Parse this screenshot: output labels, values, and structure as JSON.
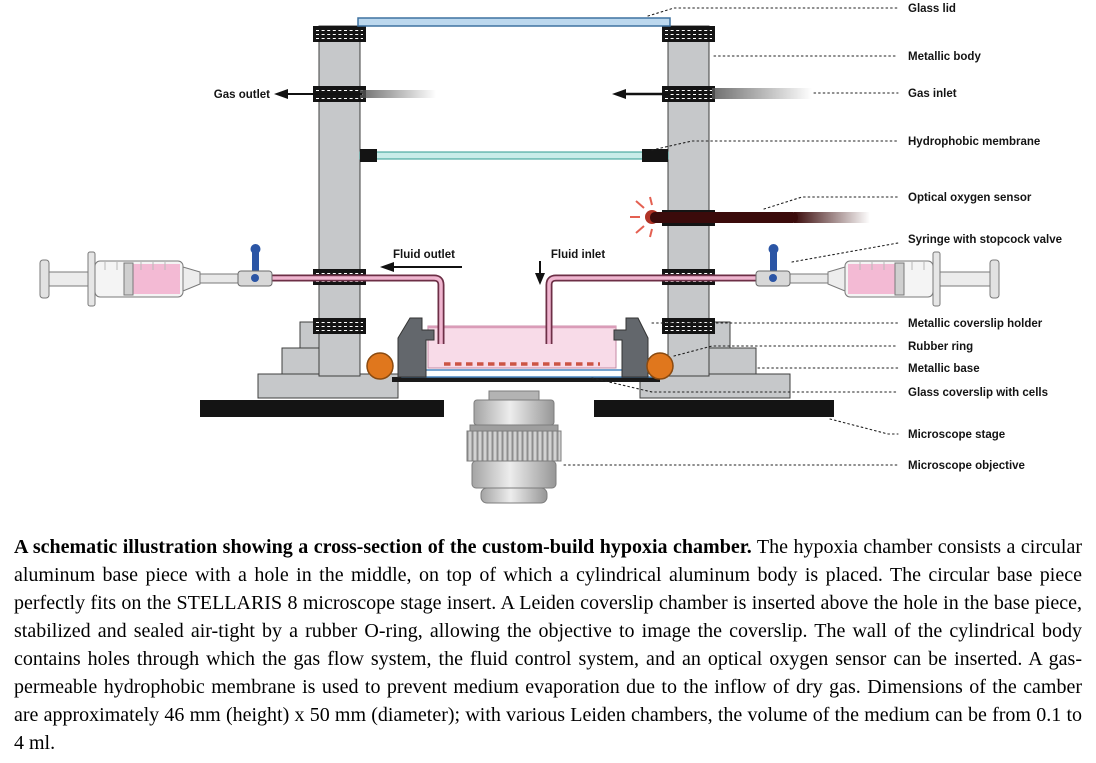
{
  "figure": {
    "right_labels": [
      "Glass lid",
      "Metallic body",
      "Gas inlet",
      "Hydrophobic membrane",
      "Optical oxygen sensor",
      "Syringe with stopcock valve",
      "Metallic coverslip holder",
      "Rubber ring",
      "Metallic base",
      "Glass coverslip with cells",
      "Microscope stage",
      "Microscope objective"
    ],
    "inline_labels": {
      "gas_outlet": "Gas outlet",
      "fluid_outlet": "Fluid outlet",
      "fluid_inlet": "Fluid inlet"
    },
    "colors": {
      "metal_gray": "#c6c8ca",
      "stage_black": "#141414",
      "glass_lid_blue": "#bcd8ee",
      "membrane_teal": "#c9ece9",
      "sensor_maroon": "#3b0b0b",
      "sensor_glow_red": "#e04533",
      "fluid_pink": "#f3bad4",
      "valve_blue": "#2b55a5",
      "medium_pink": "#f8dbe8",
      "cells_red": "#cc5544",
      "rubber_orange": "#e0771d",
      "holder_gray": "#63676c",
      "coverslip_blue": "#4a86c0"
    }
  },
  "caption": {
    "bold": "A schematic illustration showing a cross-section of the custom-build hypoxia chamber.",
    "rest": " The hypoxia chamber consists a circular aluminum base piece with a hole in the middle, on top of which a cylindrical aluminum body is placed. The circular base piece perfectly fits on the STELLARIS 8 microscope stage insert. A Leiden coverslip chamber is inserted above the hole in the base piece, stabilized and sealed air-tight by a rubber O-ring, allowing the objective to image the coverslip. The wall of the cylindrical body contains holes through which the gas flow system, the fluid control system, and an optical oxygen sensor can be inserted. A gas-permeable hydrophobic membrane is used to prevent medium evaporation due to the inflow of dry gas. Dimensions of the camber are approximately 46 mm (height) x 50 mm (diameter); with various Leiden chambers, the volume of the medium can be from 0.1 to 4 ml."
  }
}
